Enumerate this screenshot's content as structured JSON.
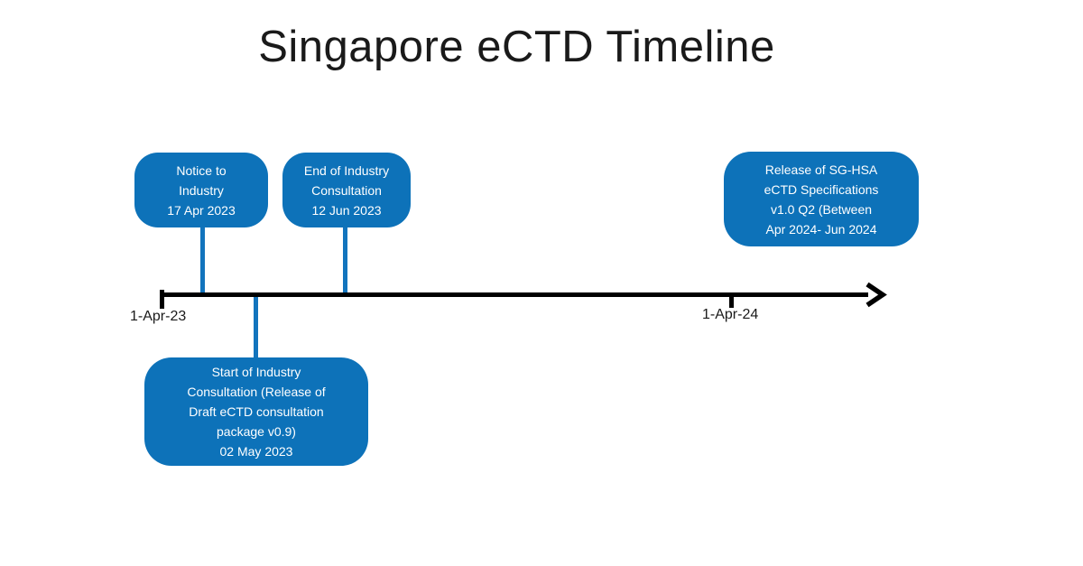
{
  "title": "Singapore eCTD Timeline",
  "colors": {
    "box_blue": "#0d72b9",
    "connector_blue": "#1274bd",
    "axis_black": "#000000",
    "text_white": "#ffffff"
  },
  "axis": {
    "start_label": "1-Apr-23",
    "end_label": "1-Apr-24"
  },
  "events": {
    "notice": {
      "position": "above",
      "lines": [
        "Notice to",
        "Industry",
        "17 Apr 2023"
      ]
    },
    "end_consultation": {
      "position": "above",
      "lines": [
        "End of Industry",
        "Consultation",
        "12 Jun 2023"
      ]
    },
    "release_specs": {
      "position": "above",
      "lines": [
        "Release of SG-HSA",
        "eCTD Specifications",
        "v1.0 Q2 (Between",
        "Apr 2024- Jun 2024"
      ]
    },
    "start_consultation": {
      "position": "below",
      "lines": [
        "Start of Industry",
        "Consultation (Release of",
        "Draft eCTD consultation",
        "package v0.9)",
        "02 May 2023"
      ]
    }
  }
}
